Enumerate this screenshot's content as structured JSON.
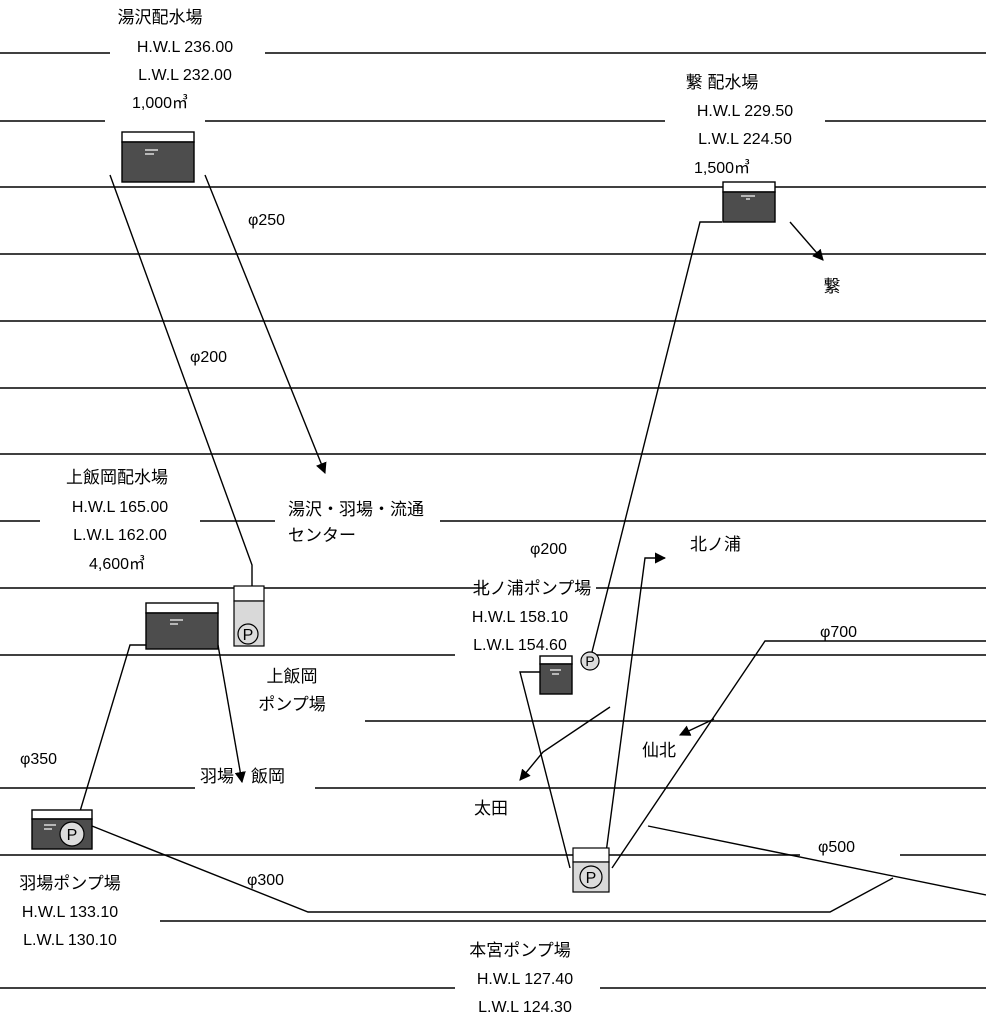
{
  "stations": {
    "yuzawa": {
      "name": "湯沢配水場",
      "hwl": "H.W.L 236.00",
      "lwl": "L.W.L 232.00",
      "capacity": "1,000㎥"
    },
    "tsunagi": {
      "name": "繋 配水場",
      "hwl": "H.W.L 229.50",
      "lwl": "L.W.L 224.50",
      "capacity": "1,500㎥"
    },
    "kamiiioka": {
      "name": "上飯岡配水場",
      "hwl": "H.W.L 165.00",
      "lwl": "L.W.L 162.00",
      "capacity": "4,600㎥"
    },
    "kitanoura_pump": {
      "name": "北ノ浦ポンプ場",
      "hwl": "H.W.L 158.10",
      "lwl": "L.W.L 154.60"
    },
    "kamiiioka_pump": {
      "name_line1": "上飯岡",
      "name_line2": "ポンプ場"
    },
    "haba_pump": {
      "name": "羽場ポンプ場",
      "hwl": "H.W.L 133.10",
      "lwl": "L.W.L 130.10"
    },
    "motomiya_pump": {
      "name": "本宮ポンプ場",
      "hwl": "H.W.L 127.40",
      "lwl": "L.W.L 124.30"
    }
  },
  "pipes": {
    "p250": "φ250",
    "p200a": "φ200",
    "p200b": "φ200",
    "p350": "φ350",
    "p300": "φ300",
    "p700": "φ700",
    "p500": "φ500"
  },
  "destinations": {
    "tsunagi": "繋",
    "yuzawa_area_1": "湯沢・羽場・流通",
    "yuzawa_area_2": "センター",
    "kitanoura": "北ノ浦",
    "senboku": "仙北",
    "ohta": "太田",
    "haba_iioka": "羽場・飯岡"
  },
  "pump_symbol": "P"
}
